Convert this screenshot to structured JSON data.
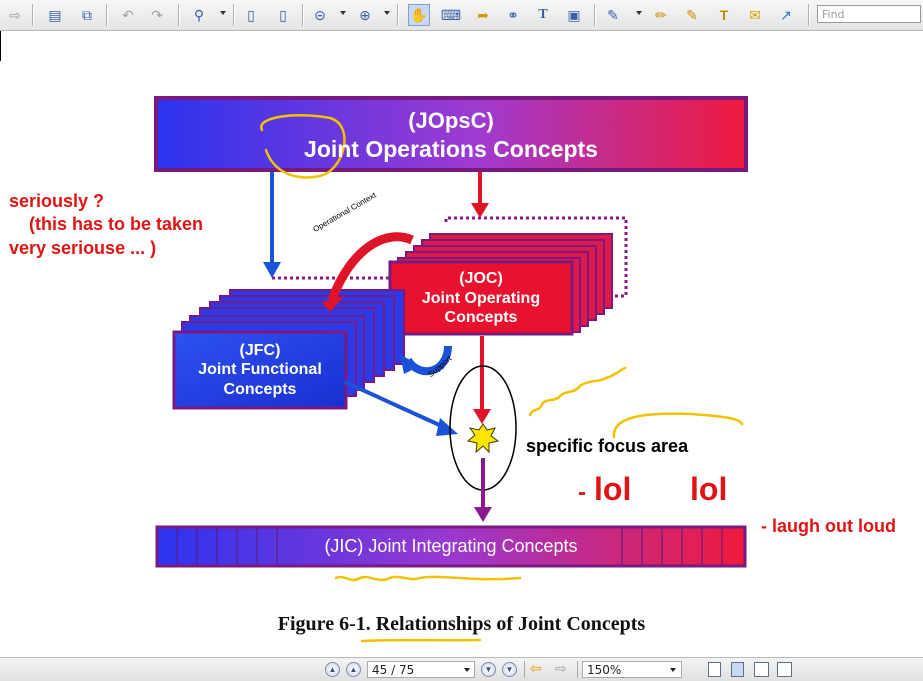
{
  "toolbar": {
    "find_placeholder": "Find",
    "icons": [
      "arrow-right-icon",
      "save-icon",
      "copy-icon",
      "undo-icon",
      "redo-icon",
      "zoom-in-icon",
      "page-icon",
      "page-icon",
      "zoom-out-circle-icon",
      "zoom-in-circle-icon",
      "hand-icon",
      "select-text-icon",
      "arrow-pointer-icon",
      "binoculars-icon",
      "text-tool-icon",
      "snapshot-icon",
      "comment-icon",
      "highlighter-icon",
      "note-icon",
      "text-box-icon",
      "speech-bubble-icon",
      "arrow-tool-icon"
    ]
  },
  "diagram": {
    "jopsc": {
      "line1": "(JOpsC)",
      "line2": "Joint Operations Concepts"
    },
    "joc": {
      "line1": "(JOC)",
      "line2": "Joint Operating",
      "line3": "Concepts"
    },
    "jfc": {
      "line1": "(JFC)",
      "line2": "Joint Functional",
      "line3": "Concepts"
    },
    "jic": "(JIC) Joint Integrating Concepts",
    "operational_context": "Operational Context",
    "support": "Support",
    "focus": "specific focus area",
    "caption_prefix": "Figure 6-1.",
    "caption_rest": "Relationships of Joint Concepts",
    "colors": {
      "blue": "#2b34ee",
      "red": "#ee1430",
      "purple": "#8a1a8e",
      "highlight": "#f2c200"
    }
  },
  "annotations": {
    "seriously": "seriously  ?",
    "taken_line1": "(this has to be taken",
    "taken_line2": "very seriouse  ... )",
    "dash": "-",
    "lol1": "lol",
    "lol2": "lol",
    "laugh": "- laugh out loud"
  },
  "statusbar": {
    "page": "45 / 75",
    "zoom": "150%"
  }
}
